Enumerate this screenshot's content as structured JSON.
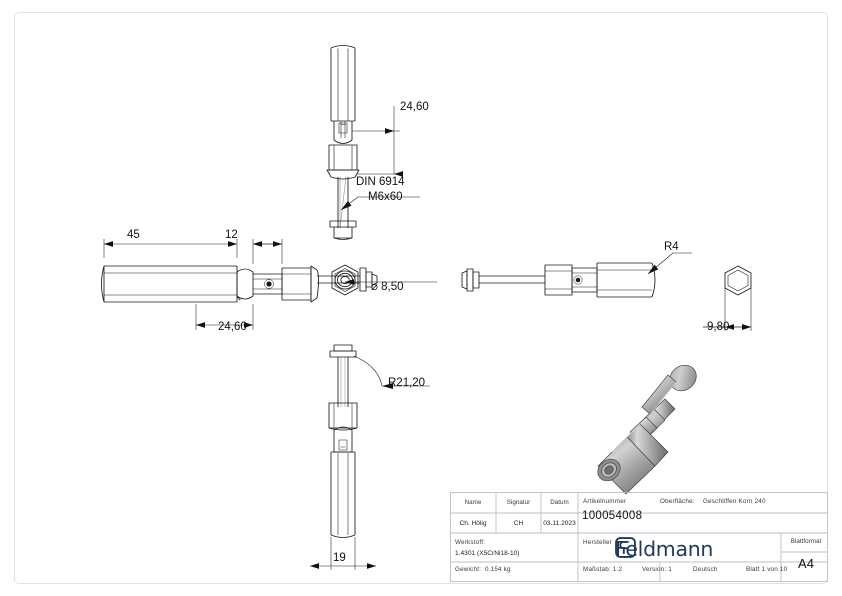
{
  "sheet": {
    "format": "A4",
    "background": "#ffffff",
    "line_color": "#1a1a1a",
    "frame_color": "#e2e2e2"
  },
  "drawing": {
    "title": "Technical drawing - rod end assembly",
    "annotations": [
      {
        "id": "top-length",
        "text": "24,60",
        "view": "top-front"
      },
      {
        "id": "din-std",
        "text": "DIN 6914",
        "view": "top-front"
      },
      {
        "id": "thread-spec",
        "text": "M6x60",
        "view": "top-front"
      },
      {
        "id": "left-len-45",
        "text": "45",
        "view": "left-side"
      },
      {
        "id": "left-len-12",
        "text": "12",
        "view": "left-side"
      },
      {
        "id": "left-len-2460",
        "text": "24,60",
        "view": "left-side"
      },
      {
        "id": "hex-diameter",
        "text": "⌀ 8,50",
        "view": "end-hex"
      },
      {
        "id": "radius-r4",
        "text": "R4",
        "view": "right-side"
      },
      {
        "id": "hex-width-980",
        "text": "9,80",
        "view": "right-hex"
      },
      {
        "id": "radius-r2120",
        "text": "R21,20",
        "view": "bottom-front"
      },
      {
        "id": "body-width-19",
        "text": "19",
        "view": "bottom-front"
      }
    ]
  },
  "title_block": {
    "headers": {
      "name": "Name",
      "signature": "Signatur",
      "date": "Datum",
      "article_number": "Artikelnummer",
      "surface": "Oberfläche:",
      "material": "Werkstoff:",
      "manufacturer": "Hersteller",
      "sheet_format": "Blattformat",
      "weight": "Gewicht:"
    },
    "values": {
      "name": "Ch. Hölig",
      "signature": "CH",
      "date": "03.11.2023",
      "article_number": "100054008",
      "surface": "Geschliffen Korn 240",
      "material": "1.4301 (X5CrNi18-10)",
      "weight": "0.154 kg",
      "sheet_format": "A4",
      "scale": "Maßstab: 1:2",
      "version": "Version: 1",
      "language": "Deutsch",
      "sheet_count": "Blatt 1 von 10"
    },
    "logo": {
      "text": "Feldmann",
      "color": "#1f3a57",
      "mark": "f-in-rounded-square"
    }
  }
}
